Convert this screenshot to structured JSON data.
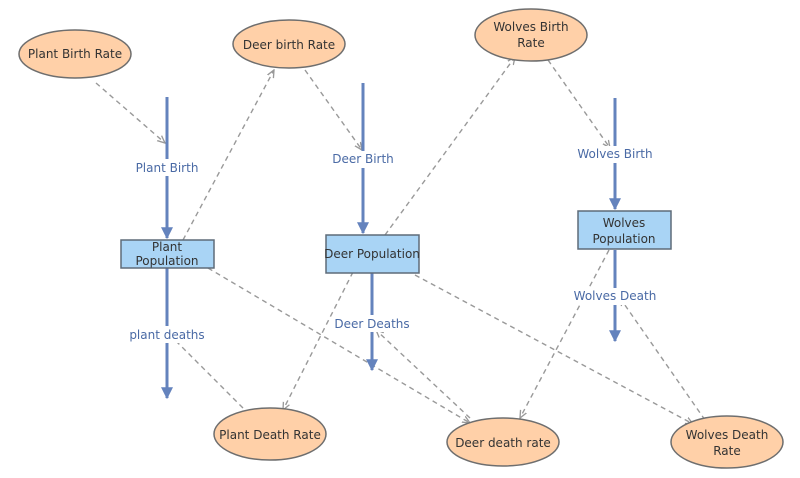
{
  "colors": {
    "ellipse_fill": "#ffd0a8",
    "ellipse_stroke": "#6e6e6e",
    "stock_fill": "#a9d4f5",
    "stock_stroke": "#5e6b78",
    "flow_arrow": "#6483bd",
    "flow_label": "#4a6aa5",
    "dashed_link": "#999999"
  },
  "stocks": {
    "plant": [
      "Plant",
      "Population"
    ],
    "deer": [
      "Deer Population"
    ],
    "wolves": [
      "Wolves",
      "Population"
    ]
  },
  "flows": {
    "plant_birth": "Plant Birth",
    "plant_deaths": "plant deaths",
    "deer_birth": "Deer Birth",
    "deer_deaths": "Deer Deaths",
    "wolves_birth": "Wolves Birth",
    "wolves_death": "Wolves Death"
  },
  "rates": {
    "plant_birth_rate": [
      "Plant Birth Rate"
    ],
    "deer_birth_rate": [
      "Deer birth Rate"
    ],
    "wolves_birth_rate": [
      "Wolves Birth",
      "Rate"
    ],
    "plant_death_rate": [
      "Plant Death Rate"
    ],
    "deer_death_rate": [
      "Deer death rate"
    ],
    "wolves_death_rate": [
      "Wolves Death",
      "Rate"
    ]
  }
}
